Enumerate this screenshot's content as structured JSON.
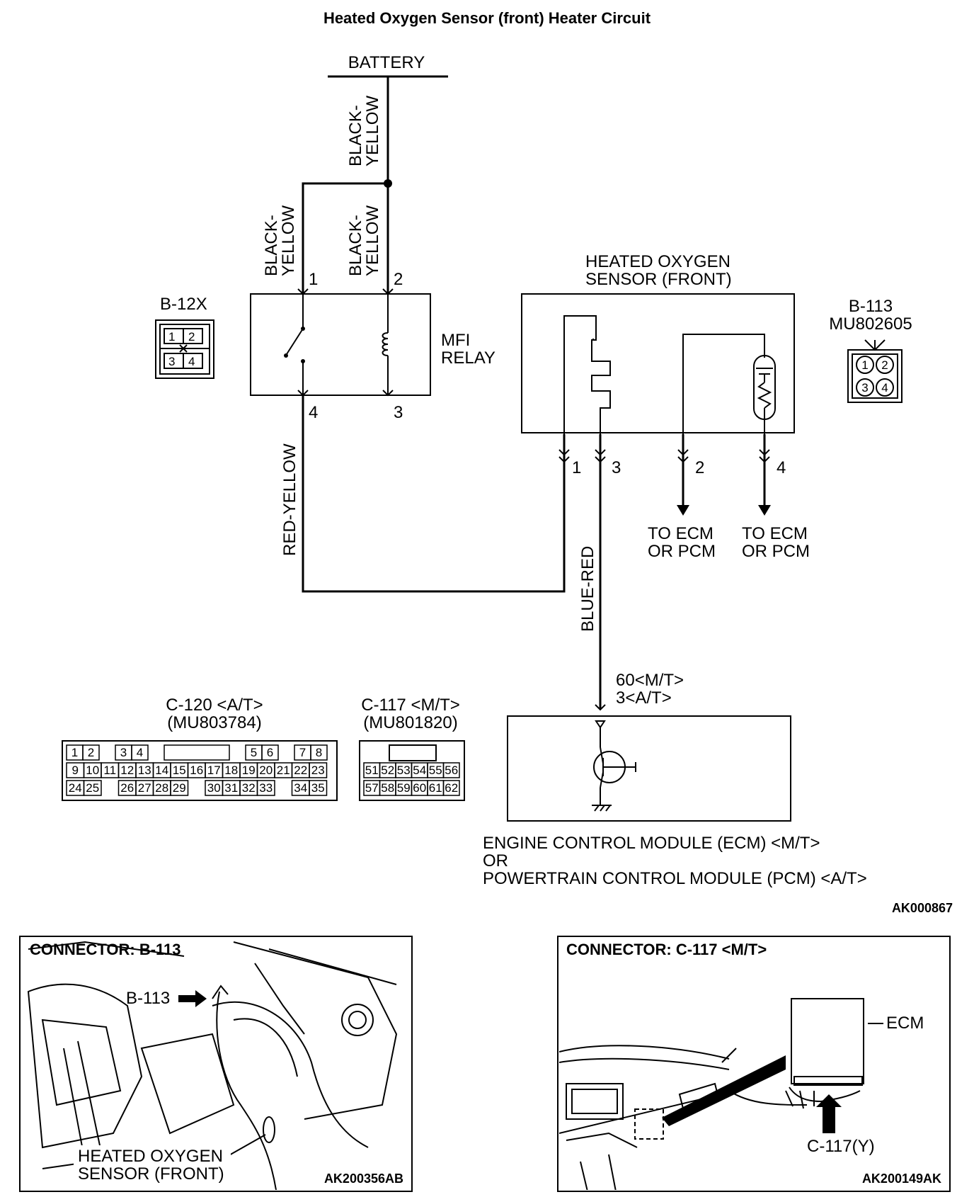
{
  "title": "Heated Oxygen Sensor (front)  Heater Circuit",
  "battery": "BATTERY",
  "wires": {
    "bat_main": [
      "BLACK-",
      "YELLOW"
    ],
    "relay_pin1": [
      "BLACK-",
      "YELLOW"
    ],
    "relay_pin2": [
      "BLACK-",
      "YELLOW"
    ],
    "red_yellow": "RED-YELLOW",
    "blue_red": "BLUE-RED"
  },
  "relay": {
    "connector": "B-12X",
    "label": [
      "MFI",
      "RELAY"
    ],
    "pins": [
      "1",
      "2",
      "4",
      "3"
    ],
    "connector_cells": [
      "1",
      "2",
      "3",
      "4"
    ]
  },
  "sensor": {
    "title": [
      "HEATED OXYGEN",
      "SENSOR (FRONT)"
    ],
    "connector": [
      "B-113",
      "MU802605"
    ],
    "pins": [
      "1",
      "3",
      "2",
      "4"
    ],
    "connector_cells": [
      "1",
      "2",
      "3",
      "4"
    ],
    "to_ecm_left": [
      "TO ECM",
      "OR PCM"
    ],
    "to_ecm_right": [
      "TO ECM",
      "OR PCM"
    ]
  },
  "ecm": {
    "pin_label": [
      "60<M/T>",
      "3<A/T>"
    ],
    "caption": [
      "ENGINE CONTROL MODULE (ECM) <M/T>",
      "OR",
      "POWERTRAIN CONTROL MODULE (PCM) <A/T>"
    ]
  },
  "c120": {
    "title": [
      "C-120 <A/T>",
      "(MU803784)"
    ],
    "row1": [
      "1",
      "2",
      "",
      "3",
      "4",
      "",
      "",
      "",
      "",
      "",
      "",
      "5",
      "6",
      "",
      "7",
      "8"
    ],
    "row2": [
      "9",
      "10",
      "11",
      "12",
      "13",
      "14",
      "15",
      "16",
      "17",
      "18",
      "19",
      "20",
      "21",
      "22",
      "23"
    ],
    "row3": [
      "24",
      "25",
      "",
      "26",
      "27",
      "28",
      "29",
      "",
      "30",
      "31",
      "32",
      "33",
      "",
      "34",
      "35"
    ]
  },
  "c117": {
    "title": [
      "C-117 <M/T>",
      "(MU801820)"
    ],
    "row1": [
      "51",
      "52",
      "53",
      "54",
      "55",
      "56"
    ],
    "row2": [
      "57",
      "58",
      "59",
      "60",
      "61",
      "62"
    ]
  },
  "diagram_code": "AK000867",
  "photo_left": {
    "title": "CONNECTOR: B-113",
    "arrow_label": "B-113",
    "sensor_label": [
      "HEATED OXYGEN",
      "SENSOR (FRONT)"
    ],
    "code": "AK200356AB"
  },
  "photo_right": {
    "title": "CONNECTOR: C-117 <M/T>",
    "ecm_label": "ECM",
    "arrow_label": "C-117(Y)",
    "code": "AK200149AK"
  }
}
